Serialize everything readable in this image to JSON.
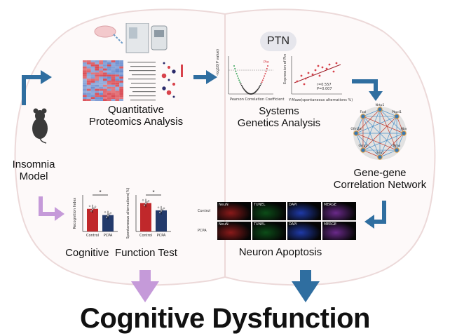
{
  "colors": {
    "arrow_blue": "#2f6ea0",
    "arrow_purple": "#c59ad9",
    "bar_red": "#c0282b",
    "bar_navy": "#233a6b",
    "brain_outline": "#ecd9d9",
    "ptn_bubble": "#e6e6ec"
  },
  "labels": {
    "insomnia_model": "Insomnia\nModel",
    "quantitative_proteomics": "Quantitative\nProteomics Analysis",
    "ptn": "PTN",
    "systems_genetics": "Systems\nGenetics Analysis",
    "gene_gene_network": "Gene-gene\nCorrelation Network",
    "cognitive_function_test": "Cognitive  Function Test",
    "neuron_apoptosis": "Neuron Apoptosis",
    "cognitive_dysfunction": "Cognitive Dysfunction"
  },
  "mini_charts": {
    "volcano": {
      "xlabel": "Pearson Correlation Coefficient",
      "ylabel": "-log10(P value)",
      "point_label": "Ptn"
    },
    "scatter": {
      "xlabel": "Y-Maze(spontaneous alternations %)",
      "ylabel": "Expression of Ptn",
      "stat_r": "r=0.557",
      "stat_p": "P=0.007"
    },
    "bar_left": {
      "ylabel": "Recognition Index",
      "categories": [
        "Control",
        "PCPA"
      ],
      "sig": "*"
    },
    "bar_right": {
      "ylabel": "Spontaneous alternations(%)",
      "categories": [
        "Control",
        "PCPA"
      ],
      "sig": "*"
    }
  },
  "network_nodes": [
    "Nrtp1",
    "Pkpd1",
    "Hbv",
    "Nrna",
    "Grin1",
    "Grrp2",
    "Gfrn2a",
    "Foxl"
  ],
  "apoptosis": {
    "rows": [
      "Control",
      "PCPA"
    ],
    "stains": [
      "NeuN",
      "TUNEL",
      "DAPI",
      "MERGE"
    ]
  }
}
